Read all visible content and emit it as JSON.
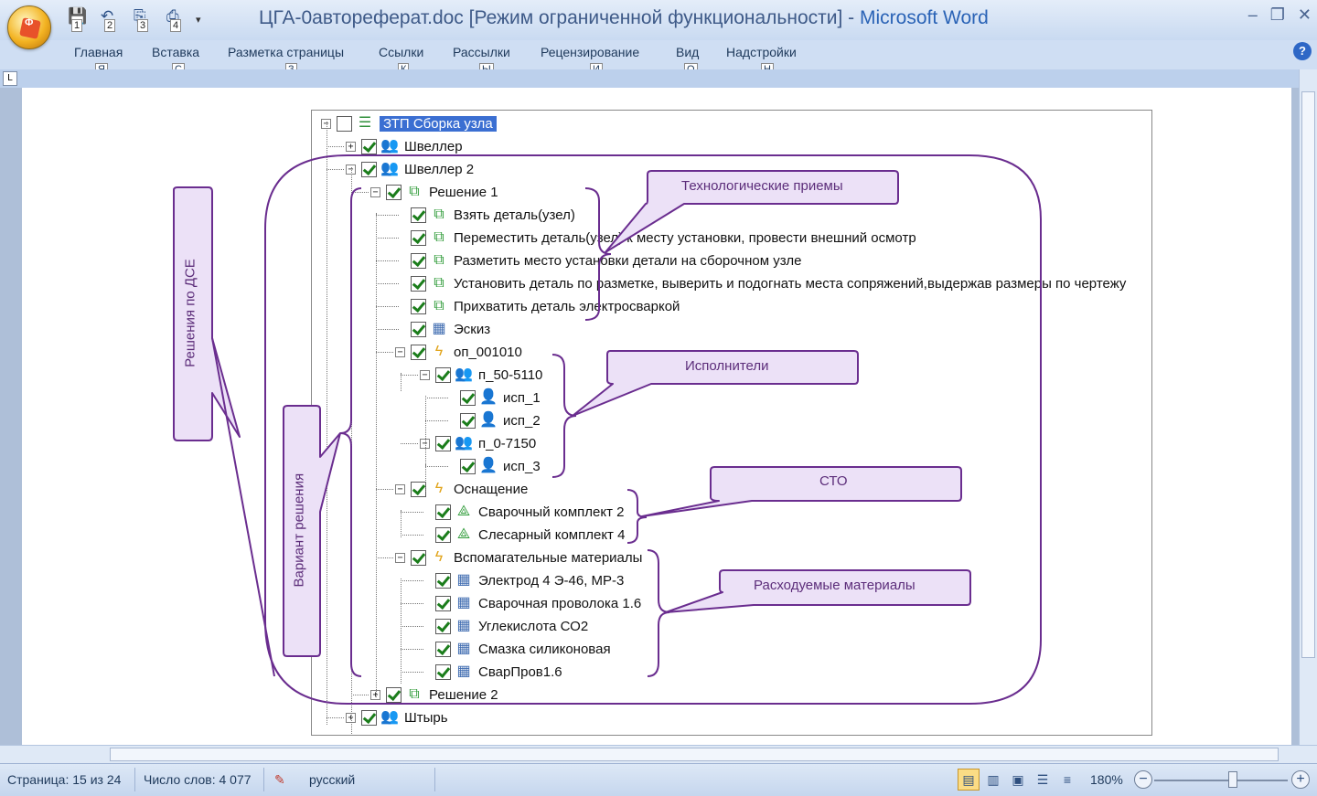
{
  "window": {
    "title_doc": "ЦГА-0автореферат.doc [Режим ограниченной функциональности] - ",
    "title_app": "Microsoft Word",
    "office_key": "Ф",
    "controls": [
      "–",
      "❐",
      "✕"
    ]
  },
  "qat": [
    {
      "icon": "save-icon",
      "glyph": "💾",
      "key": "1"
    },
    {
      "icon": "undo-icon",
      "glyph": "↶",
      "key": "2"
    },
    {
      "icon": "redo-icon",
      "glyph": "⎘",
      "key": "3"
    },
    {
      "icon": "print-icon",
      "glyph": "⎙",
      "key": "4"
    }
  ],
  "ribbon_tabs": [
    {
      "label": "Главная",
      "key": "Я"
    },
    {
      "label": "Вставка",
      "key": "С"
    },
    {
      "label": "Разметка страницы",
      "key": "З"
    },
    {
      "label": "Ссылки",
      "key": "К"
    },
    {
      "label": "Рассылки",
      "key": "Ы"
    },
    {
      "label": "Рецензирование",
      "key": "И"
    },
    {
      "label": "Вид",
      "key": "О"
    },
    {
      "label": "Надстройки",
      "key": "Н"
    }
  ],
  "help_label": "?",
  "ruler_button": "L",
  "tree": [
    {
      "label": "ЗТП Сборка узла",
      "icon": "database-icon",
      "expander": "−",
      "checked": false,
      "root": true
    },
    {
      "label": "Швеллер",
      "icon": "people-icon",
      "expander": "+",
      "checked": true
    },
    {
      "label": "Швеллер 2",
      "icon": "people-icon",
      "expander": "−",
      "checked": true
    },
    {
      "label": "Решение 1",
      "icon": "group-icon",
      "expander": "−",
      "checked": true
    },
    {
      "label": "Взять деталь(узел)",
      "icon": "group-icon",
      "checked": true
    },
    {
      "label": "Переместить деталь(узел) к месту установки, провести внешний осмотр",
      "icon": "group-icon",
      "checked": true
    },
    {
      "label": "Разметить место установки детали на сборочном узле",
      "icon": "group-icon",
      "checked": true
    },
    {
      "label": "Установить деталь по разметке, выверить и подогнать места сопряжений,выдержав размеры по чертежу",
      "icon": "group-icon",
      "checked": true
    },
    {
      "label": "Прихватить деталь электросваркой",
      "icon": "group-icon",
      "checked": true
    },
    {
      "label": "Эскиз",
      "icon": "grid-icon",
      "checked": true
    },
    {
      "label": "оп_001010",
      "icon": "bolt-icon",
      "expander": "−",
      "checked": true
    },
    {
      "label": "п_50-5110",
      "icon": "people-icon",
      "expander": "−",
      "checked": true
    },
    {
      "label": "исп_1",
      "icon": "person-icon",
      "checked": true
    },
    {
      "label": "исп_2",
      "icon": "person-icon",
      "checked": true
    },
    {
      "label": "п_0-7150",
      "icon": "people-icon",
      "expander": "−",
      "checked": true
    },
    {
      "label": "исп_3",
      "icon": "person-icon",
      "checked": true
    },
    {
      "label": "Оснащение",
      "icon": "bolt-icon",
      "expander": "−",
      "checked": true
    },
    {
      "label": "Сварочный комплект 2",
      "icon": "triangle-icon",
      "checked": true
    },
    {
      "label": "Слесарный комплект 4",
      "icon": "triangle-icon",
      "checked": true
    },
    {
      "label": "Вспомагательные материалы",
      "icon": "bolt-icon",
      "expander": "−",
      "checked": true
    },
    {
      "label": "Электрод 4 Э-46, МР-3",
      "icon": "grid-icon",
      "checked": true
    },
    {
      "label": "Сварочная проволока 1.6",
      "icon": "grid-icon",
      "checked": true
    },
    {
      "label": "Углекислота СО2",
      "icon": "grid-icon",
      "checked": true
    },
    {
      "label": "Смазка силиконовая",
      "icon": "grid-icon",
      "checked": true
    },
    {
      "label": "СварПров1.6",
      "icon": "grid-icon",
      "checked": true
    },
    {
      "label": "Решение 2",
      "icon": "group-icon",
      "expander": "+",
      "checked": true
    },
    {
      "label": "Штырь",
      "icon": "people-icon",
      "expander": "+",
      "checked": true
    }
  ],
  "annotations": {
    "tech": "Технологические приемы",
    "executors": "Исполнители",
    "sto": "СТО",
    "materials": "Расходуемые материалы",
    "dse": "Решения по ДСЕ",
    "variant": "Вариант решения"
  },
  "status": {
    "page": "Страница: 15 из 24",
    "words": "Число слов: 4 077",
    "lang": "русский",
    "zoom": "180%",
    "zoom_fraction": 0.55
  },
  "colors": {
    "annotation_stroke": "#6a2d8f",
    "annotation_fill": "#ece1f7",
    "selection": "#3b6fd2"
  }
}
